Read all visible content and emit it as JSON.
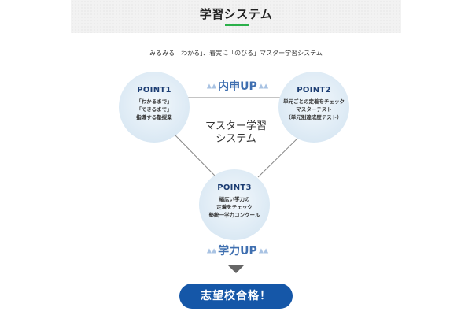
{
  "header": {
    "title": "学習システム",
    "underline_color": "#2bb04a"
  },
  "subtitle": "みるみる「わかる」、着実に「のびる」マスター学習システム",
  "center": {
    "line1": "マスター学習",
    "line2": "システム"
  },
  "points": [
    {
      "title": "POINT1",
      "lines": [
        "「わかるまで」",
        "「できるまで」",
        "指導する塾授業"
      ]
    },
    {
      "title": "POINT2",
      "lines": [
        "単元ごとの定着をチェック",
        "マスターテスト",
        "（単元別達成度テスト）"
      ]
    },
    {
      "title": "POINT3",
      "lines": [
        "幅広い学力の",
        "定着をチェック",
        "塾統一学力コンクール"
      ]
    }
  ],
  "boosts": {
    "naishin": "内申UP",
    "gakuryoku": "学力UP",
    "arrow_icon": "up-arrows-icon"
  },
  "goal_button": "志望校合格！",
  "colors": {
    "title_blue": "#1c3d73",
    "boost_blue": "#3f6fb0",
    "goal_blue": "#1557a8"
  }
}
